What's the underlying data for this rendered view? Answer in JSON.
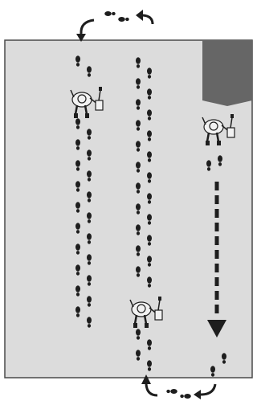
{
  "diagram": {
    "kind": "mowing-pattern-illustration",
    "colors": {
      "background": "#ffffff",
      "field": "#dcdcdc",
      "border": "#4a4a4a",
      "mowed_area": "#666666",
      "footprint": "#1e1e1e",
      "arrow": "#1e1e1e",
      "mower_body": "#f2f2f2"
    },
    "elements": {
      "field": "lawn-field",
      "mowed_area": "mowed-strip",
      "lanes": [
        "lane-left",
        "lane-center",
        "lane-right"
      ],
      "operators": [
        "operator-left-lane",
        "operator-center-lane",
        "operator-right-lane"
      ],
      "direction_arrow": "dashed-direction-arrow",
      "turn_arrows": [
        "turn-arrow-top",
        "turn-arrow-bottom"
      ]
    }
  }
}
